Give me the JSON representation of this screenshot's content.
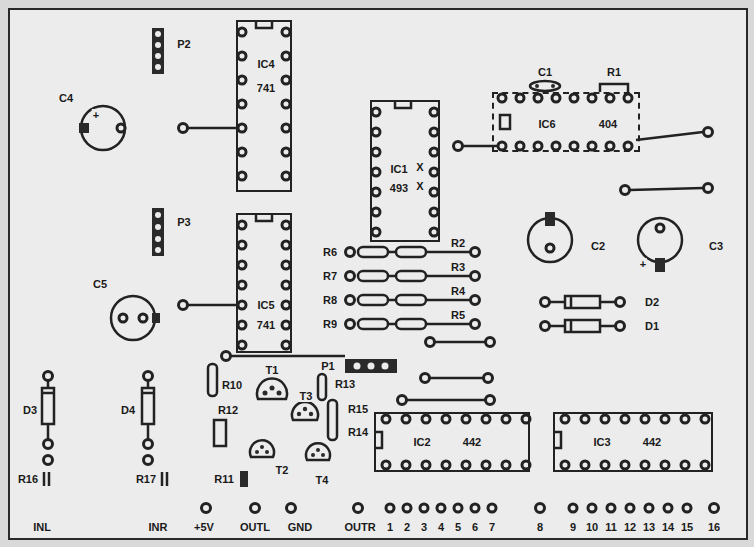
{
  "diagram": {
    "nodes": [
      {
        "text": [
          "IC4",
          "741"
        ]
      },
      {
        "text": [
          "IC1",
          "493"
        ]
      },
      {
        "text": [
          "IC6",
          "404"
        ]
      },
      {
        "text": [
          "IC5",
          "741"
        ]
      },
      {
        "text": [
          "IC2",
          "442"
        ]
      },
      {
        "text": [
          "IC3",
          "442"
        ]
      }
    ],
    "labels": [
      "P2",
      "C4",
      "+",
      "P3",
      "C5",
      "X",
      "X",
      "C1",
      "R1",
      "C2",
      "C3",
      "+",
      "D2",
      "D1",
      "R6",
      "R2",
      "R7",
      "R3",
      "R8",
      "R4",
      "R9",
      "R5",
      "P1",
      "R10",
      "T1",
      "R13",
      "R12",
      "T3",
      "R15",
      "R14",
      "D3",
      "D4",
      "R16",
      "R17",
      "R11",
      "T2",
      "T4",
      "INL",
      "INR",
      "+5V",
      "OUTL",
      "GND",
      "OUTR",
      "1",
      "2",
      "3",
      "4",
      "5",
      "6",
      "7",
      "8",
      "9",
      "10",
      "11",
      "12",
      "13",
      "14",
      "15",
      "16"
    ]
  }
}
